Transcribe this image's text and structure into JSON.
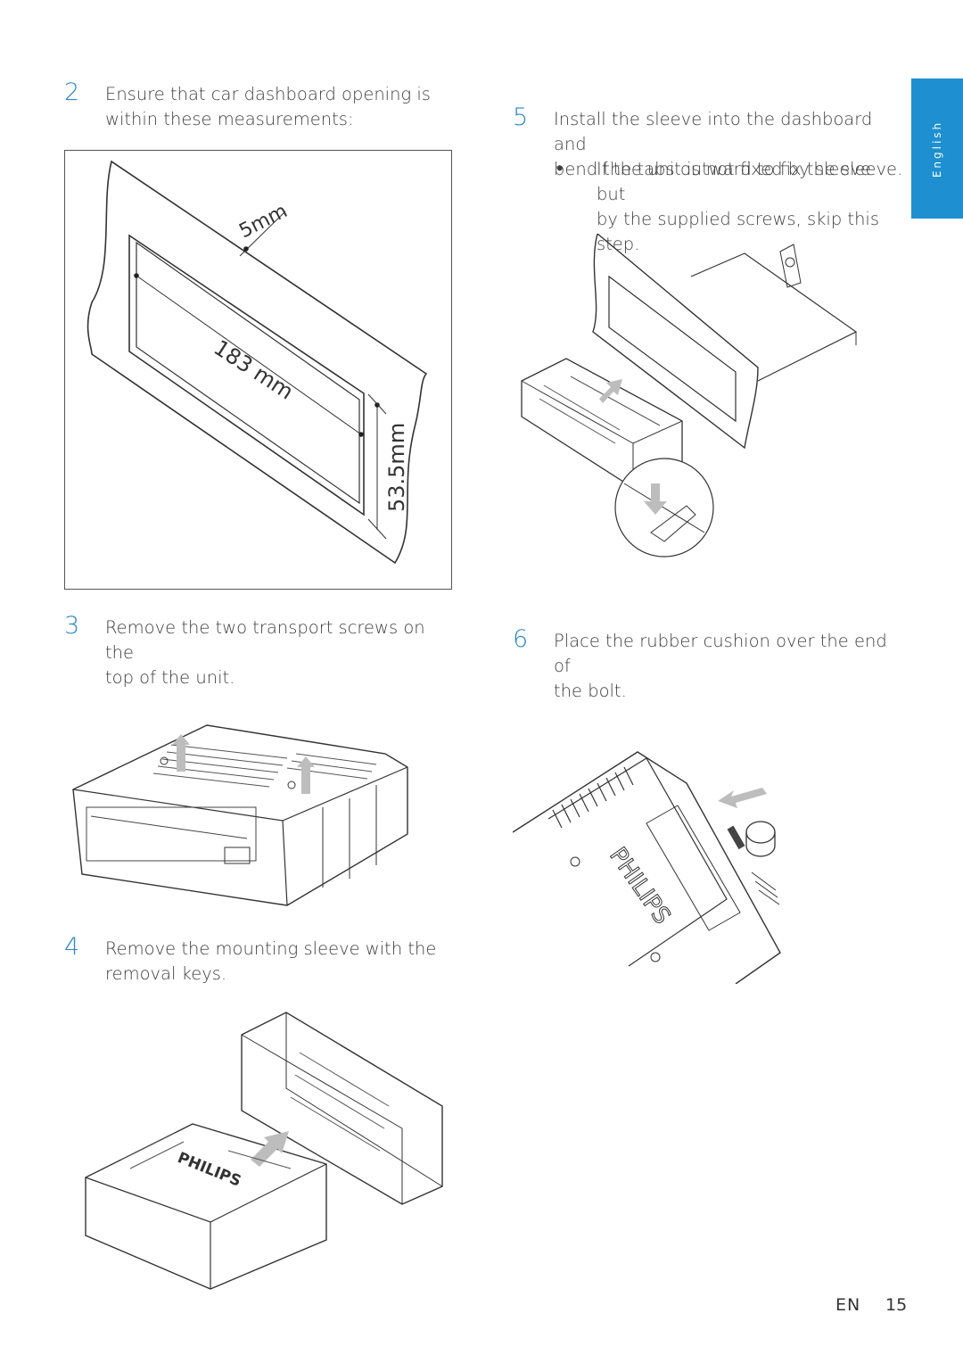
{
  "language_tab": "English",
  "steps": {
    "s2": {
      "num": "2",
      "line1": "Ensure that car dashboard opening is",
      "line2": "within these measurements:"
    },
    "s3": {
      "num": "3",
      "line1": "Remove the two transport screws on the",
      "line2": "top of the unit."
    },
    "s4": {
      "num": "4",
      "line1": "Remove the mounting sleeve with the",
      "line2": "removal keys."
    },
    "s5": {
      "num": "5",
      "line1": "Install the sleeve into the dashboard and",
      "line2": "bend the tabs outward to fix the sleeve.",
      "bullet": "•",
      "sub1": "If the unit is not fixed by sleeve but",
      "sub2": "by the supplied screws, skip this step."
    },
    "s6": {
      "num": "6",
      "line1": "Place the rubber cushion over the end of",
      "line2": "the bolt."
    }
  },
  "dimensions": {
    "d1": "5mm",
    "d2": "183 mm",
    "d3": "53.5mm"
  },
  "brand": "PHILIPS",
  "footer": {
    "lang": "EN",
    "page": "15"
  }
}
